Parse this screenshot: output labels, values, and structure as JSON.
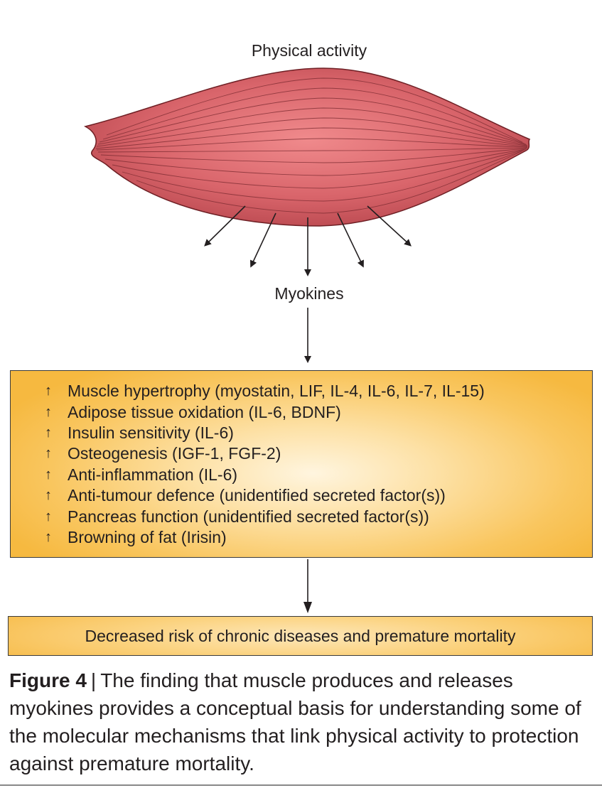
{
  "top_label": "Physical activity",
  "myokines_label": "Myokines",
  "effects": [
    {
      "arrow": "↑",
      "text": "Muscle hypertrophy (myostatin, LIF, IL-4, IL-6, IL-7, IL-15)"
    },
    {
      "arrow": "↑",
      "text": "Adipose tissue oxidation (IL-6, BDNF)"
    },
    {
      "arrow": "↑",
      "text": "Insulin sensitivity (IL-6)"
    },
    {
      "arrow": "↑",
      "text": "Osteogenesis (IGF-1, FGF-2)"
    },
    {
      "arrow": "↑",
      "text": "Anti-inflammation (IL-6)"
    },
    {
      "arrow": "↑",
      "text": "Anti-tumour defence (unidentified secreted factor(s))"
    },
    {
      "arrow": "↑",
      "text": "Pancreas function (unidentified secreted factor(s))"
    },
    {
      "arrow": "↑",
      "text": "Browning of fat (Irisin)"
    }
  ],
  "outcome": "Decreased risk of chronic diseases and premature mortality",
  "caption": {
    "label": "Figure 4",
    "separator": "|",
    "text": "The finding that muscle produces and releases myokines provides a conceptual basis for understanding some of the molecular mechanisms that link physical activity to protection against premature mortality."
  },
  "colors": {
    "muscle_fill": "#d9656b",
    "muscle_stroke": "#6e1f24",
    "box_core": "#fff5df",
    "box_edge": "#f6b940"
  }
}
